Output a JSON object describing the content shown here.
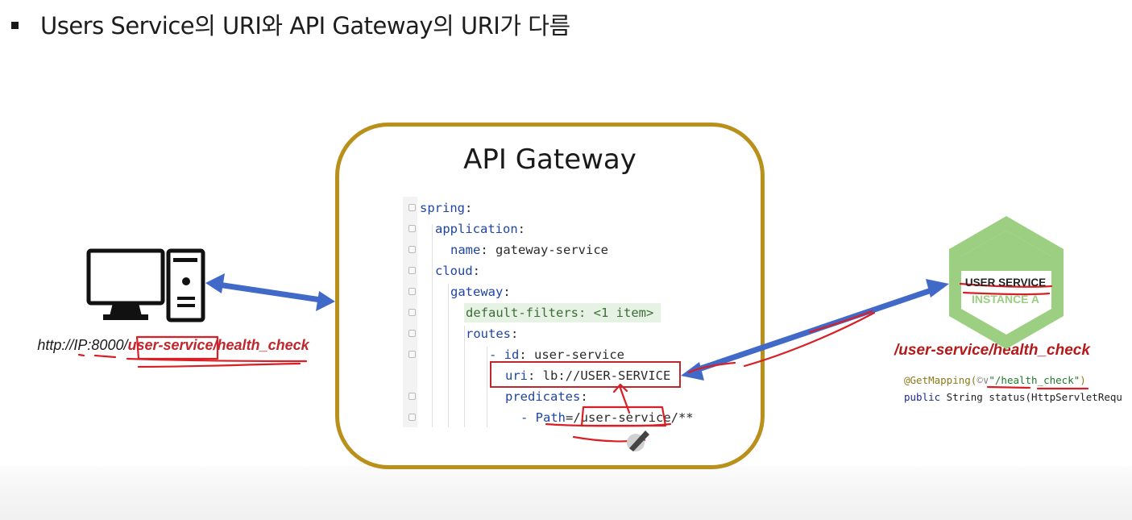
{
  "heading": "Users Service의 URI와 API Gateway의 URI가 다름",
  "gateway": {
    "title": "API Gateway",
    "code_lines": [
      {
        "key": "spring",
        "rest": ""
      },
      {
        "key": "application",
        "rest": ""
      },
      {
        "key": "name",
        "rest": " gateway-service"
      },
      {
        "key": "cloud",
        "rest": ""
      },
      {
        "key": "gateway",
        "rest": ""
      },
      {
        "key": "default-filters",
        "rest": " <1 item>"
      },
      {
        "key": "routes",
        "rest": ""
      },
      {
        "key": "- id",
        "rest": " user-service"
      },
      {
        "key": "uri",
        "rest": " lb://USER-SERVICE"
      },
      {
        "key": "predicates",
        "rest": ""
      },
      {
        "key": "- Path",
        "rest": "=/user-service/**"
      }
    ]
  },
  "client": {
    "url_prefix": "http://IP:8000/",
    "url_highlight": "user-service/health_check"
  },
  "service": {
    "name": "USER SERVICE",
    "instance": "INSTANCE A",
    "endpoint": "/user-service/health_check",
    "code_annotation": "@GetMapping(",
    "code_icon": "©∨",
    "code_path": "\"/health_check\"",
    "code_close": ")",
    "code_line2_kw": "public",
    "code_line2_rest": " String status(HttpServletRequ"
  },
  "colors": {
    "gateway_border": "#b8901a",
    "arrow": "#4169c8",
    "annotation_red": "#d91f26",
    "hex_green": "#9ccf82"
  }
}
